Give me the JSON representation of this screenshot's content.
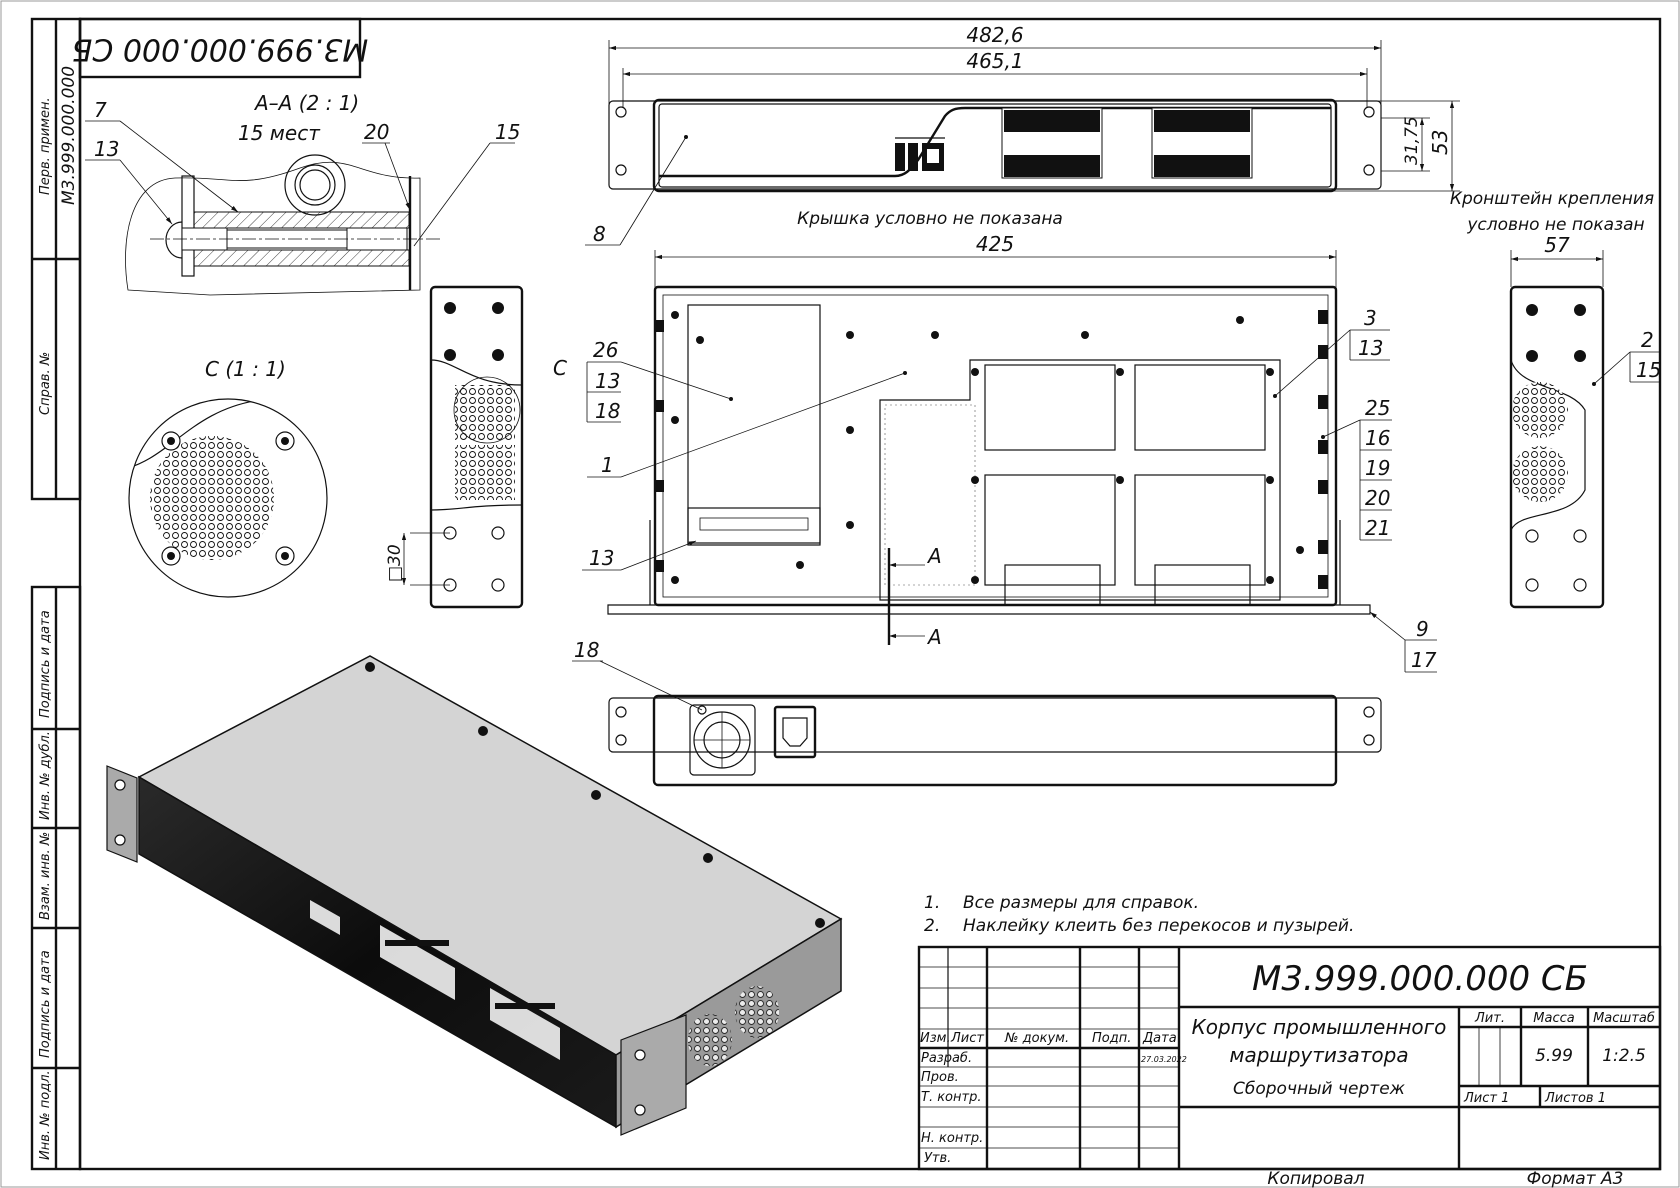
{
  "stamp_rotated": "М3.999.000.000 СБ",
  "left_strip": {
    "perv_primen_label": "Перв. примен.",
    "perv_primen_value": "М3.999.000.000",
    "sprav_label": "Справ. №",
    "podpis_data_1": "Подпись и дата",
    "inv_dubl": "Инв. № дубл.",
    "vzam_inv": "Взам. инв. №",
    "podpis_data_2": "Подпись и дата",
    "inv_podl": "Инв. № подл."
  },
  "section_aa": {
    "title": "А–А (2 : 1)",
    "subtitle": "15 мест",
    "callouts": [
      "7",
      "13",
      "20",
      "15"
    ]
  },
  "detail_c": {
    "title": "С (1 : 1)",
    "marker": "С"
  },
  "front_view": {
    "dim_overall": "482,6",
    "dim_inner": "465,1",
    "dim_height_small": "31,75",
    "dim_height": "53",
    "callout": "8",
    "note": "Крышка условно не показана"
  },
  "plan_view": {
    "dim_width": "425",
    "callouts_left": [
      "26",
      "13",
      "18"
    ],
    "callout_1": "1",
    "callout_13": "13",
    "callouts_3": [
      "3",
      "13"
    ],
    "callouts_25": [
      "25",
      "16",
      "19",
      "20",
      "21"
    ],
    "callouts_9": [
      "9",
      "17"
    ],
    "section_marker": "А"
  },
  "left_view": {
    "dim_square": "□30"
  },
  "right_view": {
    "note_line1": "Кронштейн крепления",
    "note_line2": "условно не показан",
    "dim_depth": "57",
    "callouts": [
      "2",
      "15"
    ]
  },
  "rear_view": {
    "callout": "18"
  },
  "notes": [
    {
      "num": "1.",
      "text": "Все размеры для справок."
    },
    {
      "num": "2.",
      "text": "Наклейку клеить без перекосов и пузырей."
    }
  ],
  "title_block": {
    "designation": "М3.999.000.000 СБ",
    "name_line1": "Корпус промышленного",
    "name_line2": "маршрутизатора",
    "doc_type": "Сборочный чертеж",
    "headers": {
      "izm": "Изм.",
      "list": "Лист",
      "n_dokum": "№ докум.",
      "podp": "Подп.",
      "data": "Дата"
    },
    "roles": {
      "razrab": "Разраб.",
      "prov": "Пров.",
      "t_kontr": "Т. контр.",
      "n_kontr": "Н. контр.",
      "utv": "Утв."
    },
    "date": "27.03.2022",
    "lit_label": "Лит.",
    "massa_label": "Масса",
    "masshtab_label": "Масштаб",
    "massa": "5.99",
    "masshtab": "1:2.5",
    "sheet": "Лист 1",
    "sheets": "Листов 1",
    "copied": "Копировал",
    "format": "Формат А3"
  }
}
